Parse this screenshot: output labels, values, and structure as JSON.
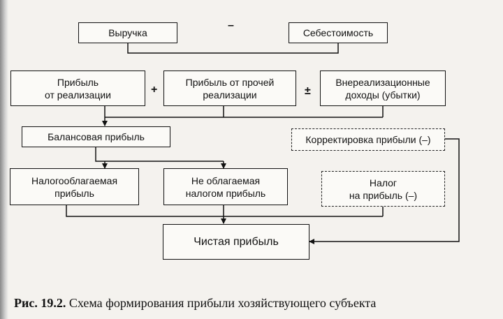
{
  "boxes": {
    "revenue": "Выручка",
    "cost": "Себестоимость",
    "sales_profit": "Прибыль\nот реализации",
    "other_sales_profit": "Прибыль от прочей\nреализации",
    "nonop_income": "Внереализационные\nдоходы (убытки)",
    "balance_profit": "Балансовая прибыль",
    "profit_adjustment": "Корректировка прибыли (–)",
    "taxable_profit": "Налогооблагаемая\nприбыль",
    "nontaxable_profit": "Не облагаемая\nналогом прибыль",
    "profit_tax": "Налог\nна прибыль (–)",
    "net_profit": "Чистая прибыль"
  },
  "operators": {
    "minus": "–",
    "plus": "+",
    "plus_minus": "±"
  },
  "caption": {
    "label": "Рис. 19.2.",
    "text": " Схема формирования прибыли хозяйствующего субъекта"
  }
}
